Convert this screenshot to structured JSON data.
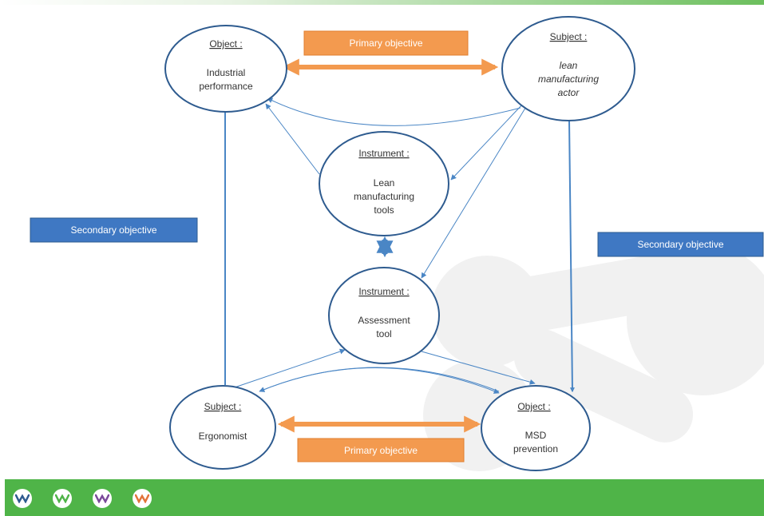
{
  "nodes": {
    "object_performance": {
      "title": "Object :",
      "lines": [
        "Industrial",
        "performance"
      ]
    },
    "subject_lean": {
      "title": "Subject :",
      "lines": [
        "lean",
        "manufacturing",
        "actor"
      ]
    },
    "instrument_lean": {
      "title": "Instrument :",
      "lines": [
        "Lean",
        "manufacturing",
        "tools"
      ]
    },
    "instrument_assessment": {
      "title": "Instrument :",
      "lines": [
        "Assessment",
        "tool"
      ]
    },
    "subject_ergonomist": {
      "title": "Subject :",
      "lines": [
        "Ergonomist"
      ]
    },
    "object_msd": {
      "title": "Object :",
      "lines": [
        "MSD",
        "prevention"
      ]
    }
  },
  "labels": {
    "primary_top": "Primary objective",
    "primary_bottom": "Primary objective",
    "secondary_left": "Secondary objective",
    "secondary_right": "Secondary objective"
  },
  "colors": {
    "node_stroke": "#2e5b8f",
    "arrow_blue": "#4a86c5",
    "primary": "#f39a4f",
    "secondary": "#3f78c3",
    "footer": "#4fb448",
    "logos": [
      "#2e5b8f",
      "#4fb448",
      "#7a4a9a",
      "#e2743a"
    ]
  },
  "footer": {
    "logos": [
      "logo-blue",
      "logo-green",
      "logo-purple",
      "logo-orange"
    ]
  }
}
